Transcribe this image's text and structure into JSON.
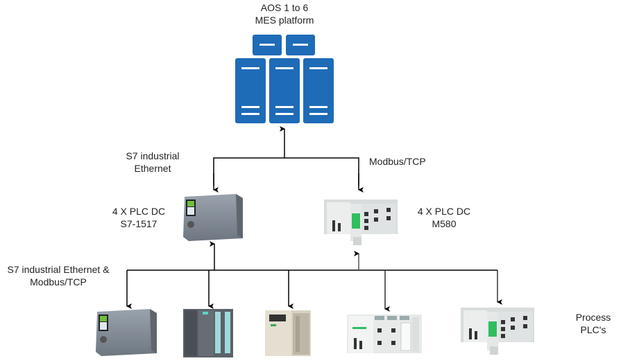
{
  "server": {
    "title_line1": "AOS 1 to 6",
    "title_line2": "MES platform",
    "icon": "server-rack-icon",
    "color": "#1e6bb8"
  },
  "links": {
    "s7_label_line1": "S7 industrial",
    "s7_label_line2": "Ethernet",
    "modbus_label": "Modbus/TCP",
    "bottom_label_line1": "S7 industrial Ethernet &",
    "bottom_label_line2": "Modbus/TCP"
  },
  "plc_dc": [
    {
      "line1": "4 X PLC DC",
      "line2": "S7-1517",
      "icon": "siemens-s7-1500-plc-icon"
    },
    {
      "line1": "4 X PLC DC",
      "line2": "M580",
      "icon": "schneider-m580-plc-icon"
    }
  ],
  "process": {
    "line1": "Process",
    "line2": "PLC's",
    "devices": [
      {
        "icon": "siemens-s7-1500-plc-icon"
      },
      {
        "icon": "siemens-s7-300-plc-icon"
      },
      {
        "icon": "schneider-premium-plc-icon"
      },
      {
        "icon": "schneider-m340-plc-icon"
      },
      {
        "icon": "schneider-m580-plc-icon"
      }
    ]
  }
}
